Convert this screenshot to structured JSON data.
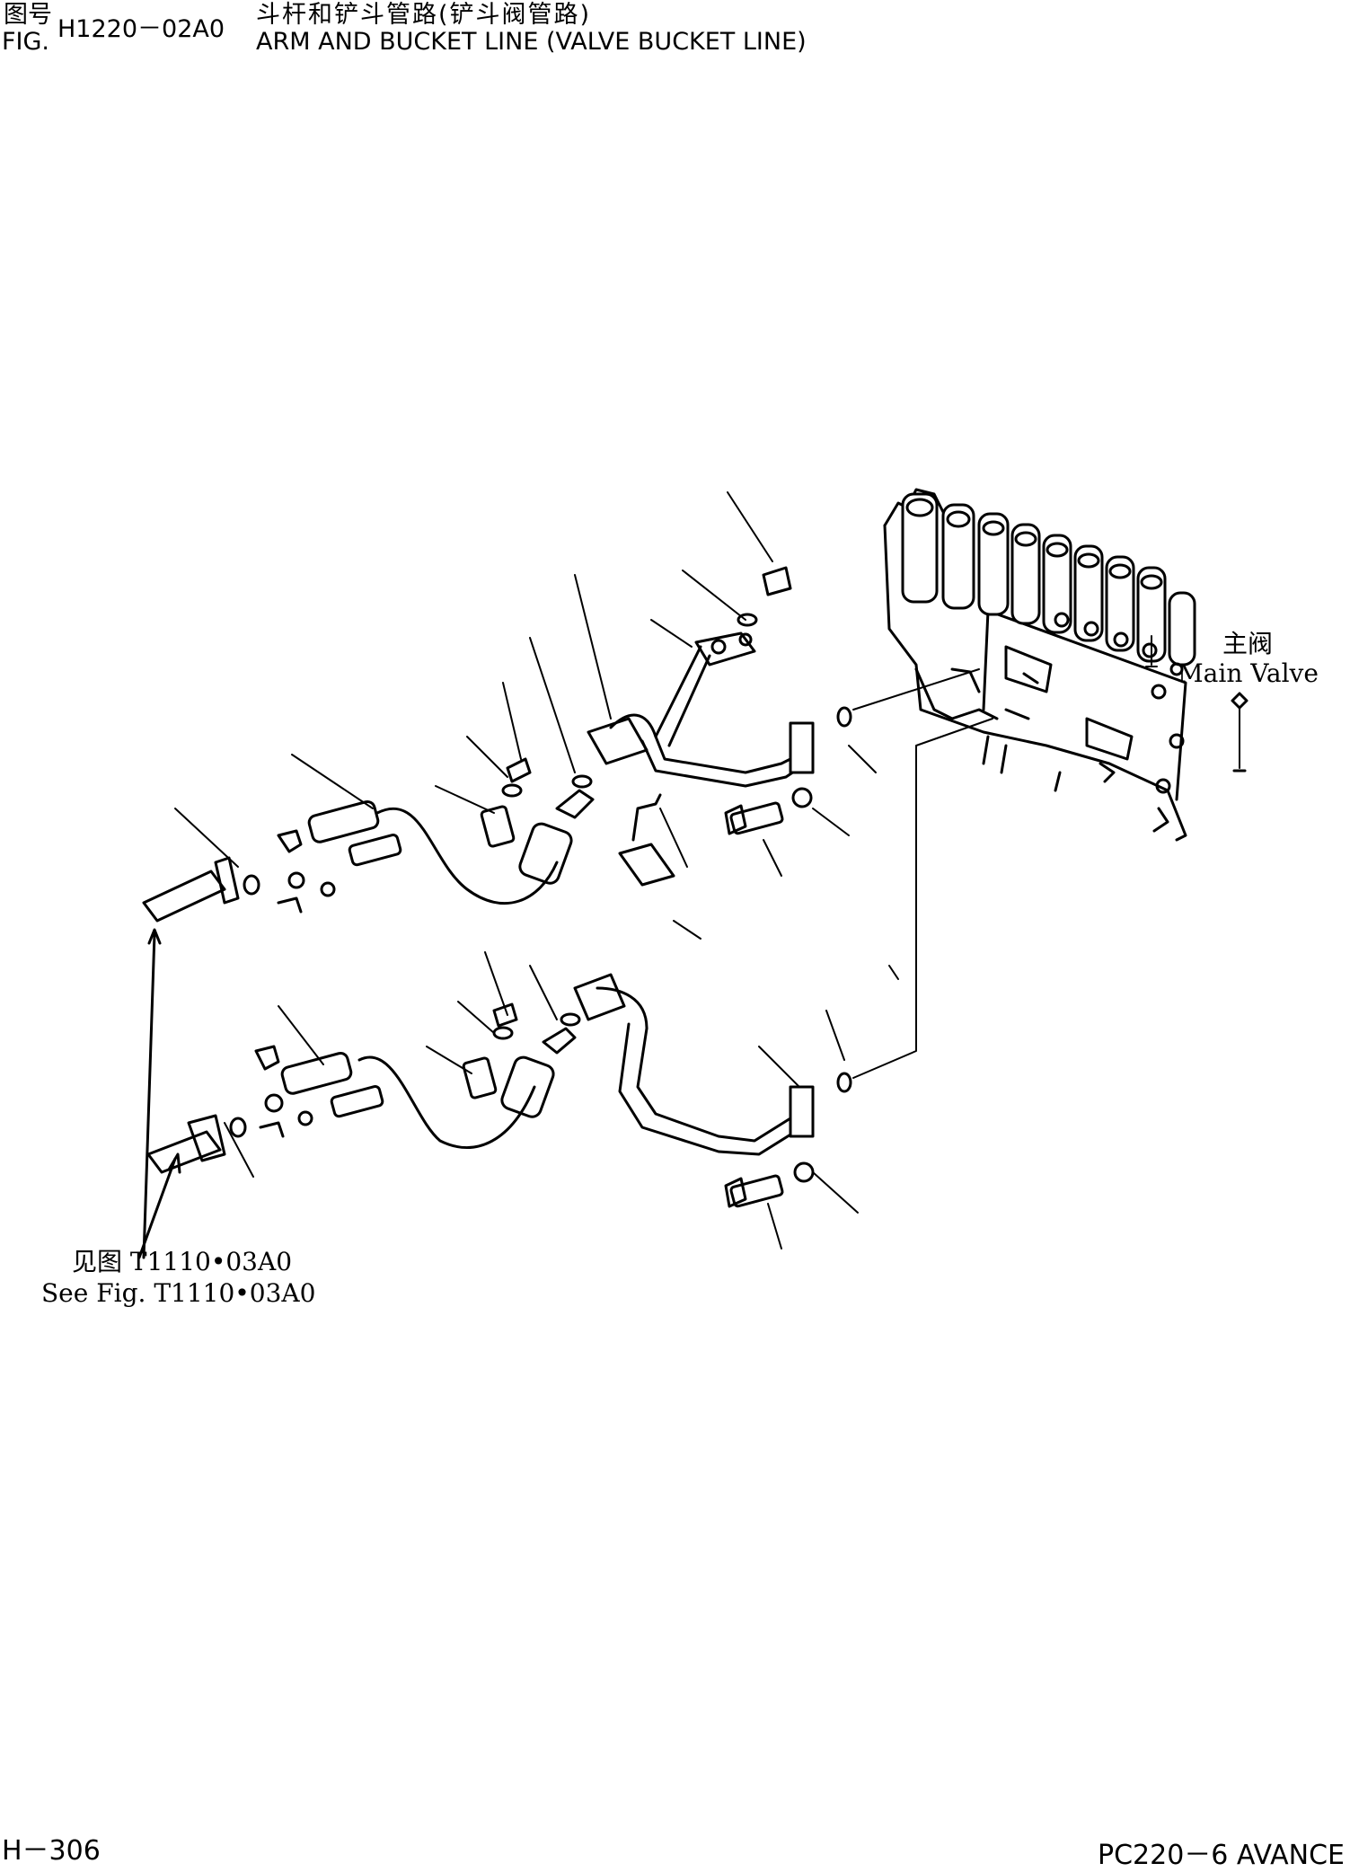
{
  "header": {
    "fig_label_cn": "图号",
    "fig_label_en": "FIG.",
    "fig_number": "H1220－02A0",
    "title_cn": "斗杆和铲斗管路(铲斗阀管路)",
    "title_en": "ARM AND BUCKET LINE (VALVE BUCKET LINE)"
  },
  "diagram": {
    "main_valve_cn": "主阀",
    "main_valve_en": "Main Valve",
    "see_fig_cn": "见图 T1110•03A0",
    "see_fig_en": "See Fig. T1110•03A0"
  },
  "footer": {
    "page_number": "H－306",
    "model": "PC220－6 AVANCE"
  }
}
